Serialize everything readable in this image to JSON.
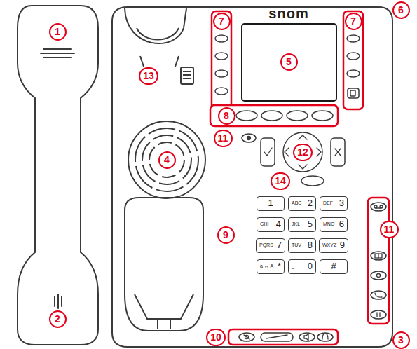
{
  "diagram": {
    "nodes": [
      {
        "text": [
          "1"
        ]
      },
      {
        "text": [
          "7"
        ]
      },
      {
        "text": [
          "5"
        ]
      },
      {
        "text": [
          "7"
        ]
      },
      {
        "text": [
          "6"
        ]
      },
      {
        "text": [
          "13"
        ]
      },
      {
        "text": [
          "8"
        ]
      },
      {
        "text": [
          "11"
        ]
      },
      {
        "text": [
          "12"
        ]
      },
      {
        "text": [
          "4"
        ]
      },
      {
        "text": [
          "14"
        ]
      },
      {
        "text": [
          "11"
        ]
      },
      {
        "text": [
          "9"
        ]
      },
      {
        "text": [
          "1"
        ]
      },
      {
        "text": [
          "ABC",
          "2"
        ]
      },
      {
        "text": [
          "DEF",
          "3"
        ]
      },
      {
        "text": [
          "GHI",
          "4"
        ]
      },
      {
        "text": [
          "JKL",
          "5"
        ]
      },
      {
        "text": [
          "MNO",
          "6"
        ]
      },
      {
        "text": [
          "PQRS",
          "7"
        ]
      },
      {
        "text": [
          "TUV",
          "8"
        ]
      },
      {
        "text": [
          "WXYZ",
          "9"
        ]
      },
      {
        "text": [
          "a ↔ A",
          "*"
        ]
      },
      {
        "text": [
          "_",
          "0"
        ]
      },
      {
        "text": [
          "#"
        ]
      },
      {
        "text": [
          "2"
        ]
      },
      {
        "text": [
          "10"
        ]
      },
      {
        "text": [
          "3"
        ]
      }
    ],
    "labels": [
      "snom"
    ]
  }
}
